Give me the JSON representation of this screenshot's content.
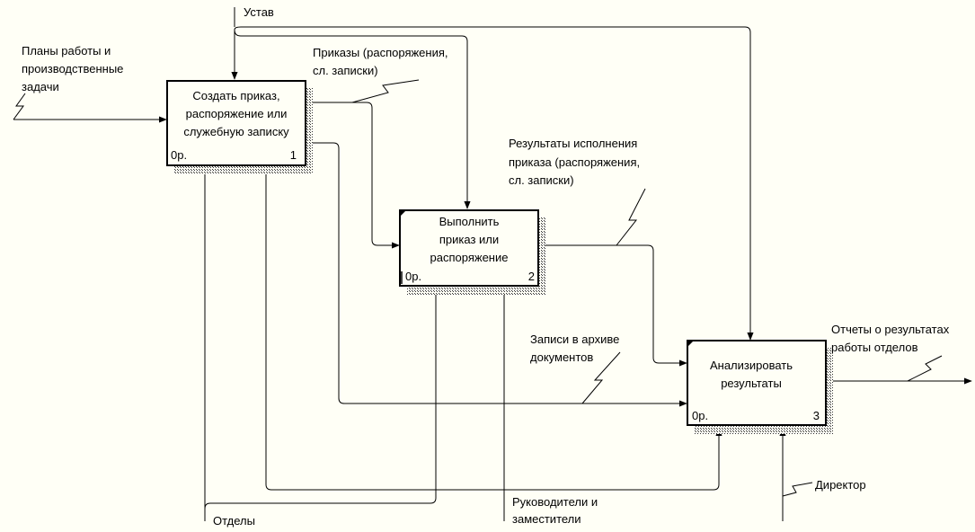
{
  "boxes": [
    {
      "id": "1",
      "title_lines": [
        "Создать приказ,",
        "распоряжение или",
        "служебную записку"
      ],
      "cost": "0р.",
      "number": "1"
    },
    {
      "id": "2",
      "title_lines": [
        "Выполнить",
        "приказ или",
        "распоряжение"
      ],
      "cost": "0р.",
      "number": "2"
    },
    {
      "id": "3",
      "title_lines": [
        "Анализировать",
        "результаты"
      ],
      "cost": "0р.",
      "number": "3"
    }
  ],
  "arrows": {
    "ustav": "Устав",
    "plans": [
      "Планы работы и",
      "производственные",
      "задачи"
    ],
    "orders": [
      "Приказы (распоряжения,",
      "сл. записки)"
    ],
    "results_exec": [
      "Результаты исполнения",
      "приказа (распоряжения,",
      "сл. записки)"
    ],
    "archive": [
      "Записи в архиве",
      "документов"
    ],
    "reports": [
      "Отчеты о результатах",
      "работы отделов"
    ],
    "departments": "Отделы",
    "managers": [
      "Руководители и",
      "заместители"
    ],
    "director": "Директор"
  }
}
